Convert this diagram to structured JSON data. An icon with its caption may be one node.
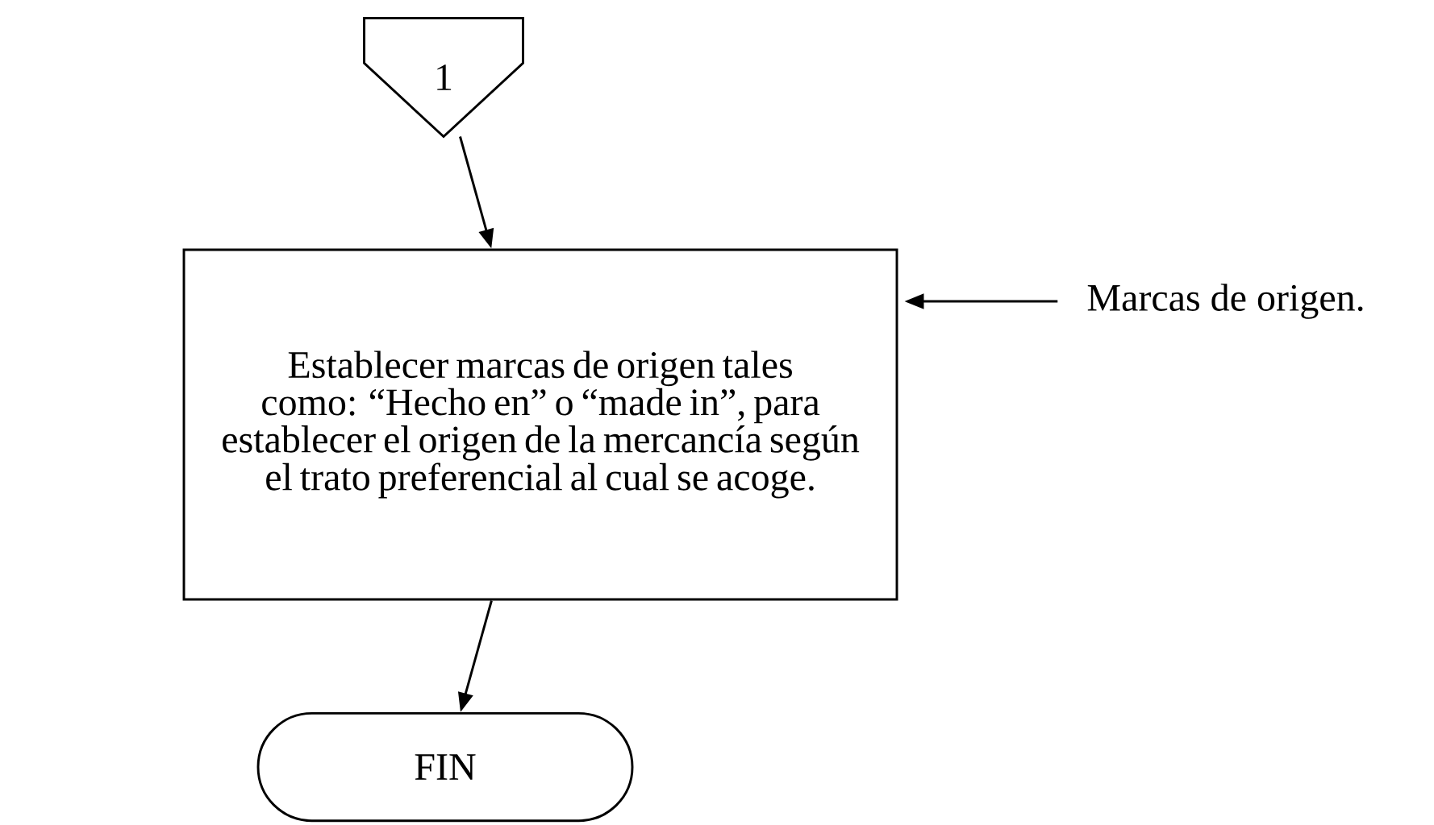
{
  "diagram": {
    "nodes": [
      {
        "text": [
          "1"
        ]
      },
      {
        "text": [
          "Establecer marcas de origen tales como: “Hecho en” o “made in”, para establecer el origen de la mercancía según el trato preferencial al cual se acoge."
        ]
      },
      {
        "text": [
          "Marcas de origen."
        ]
      },
      {
        "text": [
          "FIN"
        ]
      }
    ],
    "edges": [
      {
        "from": 0,
        "to": 1,
        "arrow": "to"
      },
      {
        "from": 2,
        "to": 1,
        "arrow": "to"
      },
      {
        "from": 1,
        "to": 3,
        "arrow": "to"
      }
    ]
  }
}
